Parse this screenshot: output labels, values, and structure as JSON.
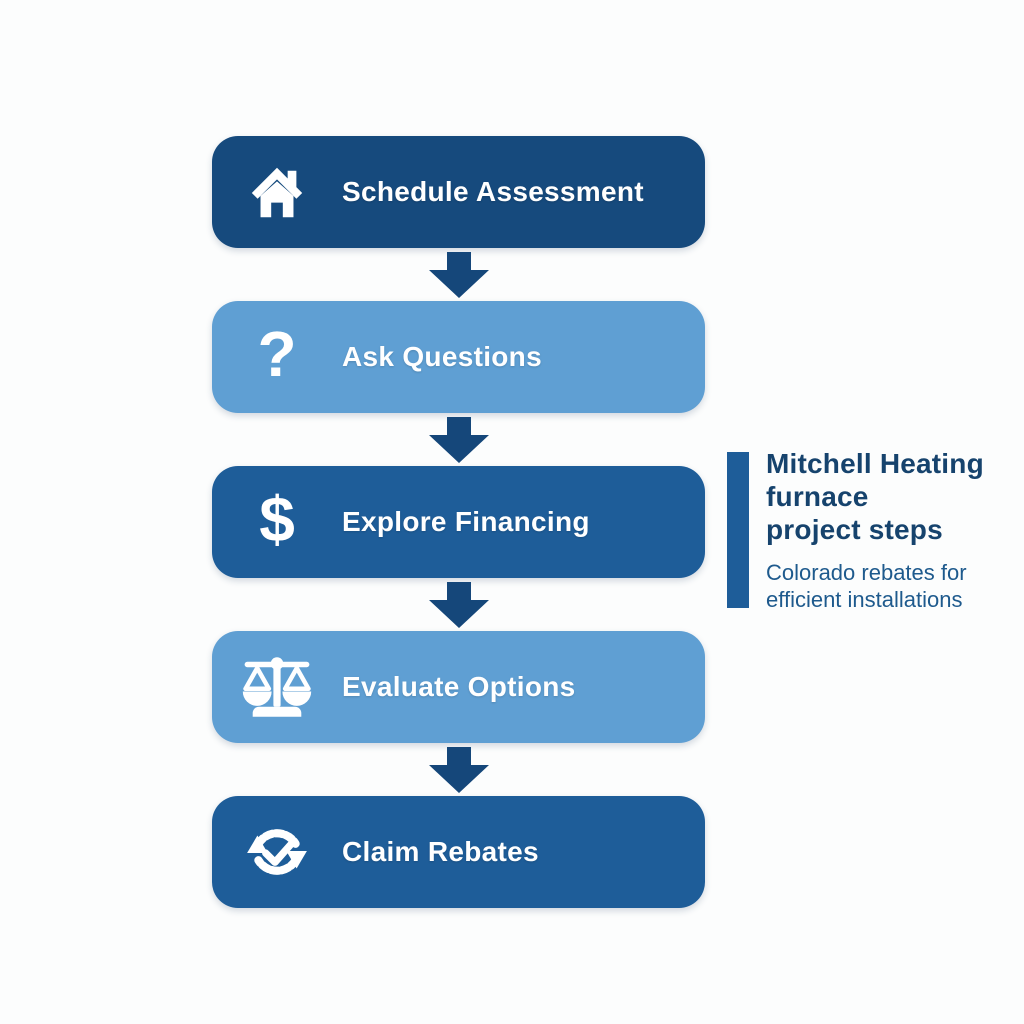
{
  "canvas": {
    "background_color": "#fcfdfd"
  },
  "flow": {
    "steps": [
      {
        "label": "Schedule Assessment",
        "icon": "house-icon",
        "color": "#164a7d",
        "text_color": "#ffffff"
      },
      {
        "label": "Ask Questions",
        "icon": "question-mark-icon",
        "color": "#5f9fd3",
        "text_color": "#ffffff"
      },
      {
        "label": "Explore Financing",
        "icon": "dollar-sign-icon",
        "color": "#1e5d99",
        "text_color": "#ffffff"
      },
      {
        "label": "Evaluate Options",
        "icon": "scales-icon",
        "color": "#5f9fd3",
        "text_color": "#ffffff"
      },
      {
        "label": "Claim Rebates",
        "icon": "badge-check-icon",
        "color": "#1e5d99",
        "text_color": "#ffffff"
      }
    ],
    "glyphs": {
      "question": "?",
      "dollar": "$"
    },
    "arrow_color": "#15477a",
    "arrow_count": 4
  },
  "legend": {
    "title": "Mitchell Heating\nfurnace\nproject steps",
    "subtitle": "Colorado rebates for\nefficient installations",
    "bar_color": "#1e5d99",
    "title_color": "#16436d",
    "subtitle_color": "#1e5a8d"
  }
}
